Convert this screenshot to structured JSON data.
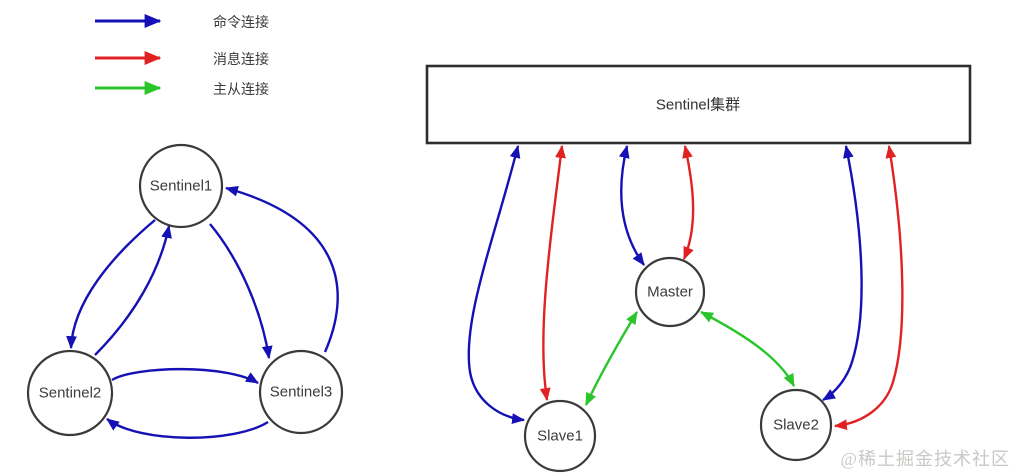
{
  "legend": {
    "items": [
      {
        "type": "command",
        "label": "命令连接",
        "color": "#1511b5"
      },
      {
        "type": "message",
        "label": "消息连接",
        "color": "#e02222"
      },
      {
        "type": "replication",
        "label": "主从连接",
        "color": "#2bc52b"
      }
    ]
  },
  "left_cluster": {
    "nodes": [
      {
        "id": "sentinel1",
        "label": "Sentinel1"
      },
      {
        "id": "sentinel2",
        "label": "Sentinel2"
      },
      {
        "id": "sentinel3",
        "label": "Sentinel3"
      }
    ],
    "edges": [
      {
        "from": "Sentinel1",
        "to": "Sentinel2",
        "type": "command"
      },
      {
        "from": "Sentinel2",
        "to": "Sentinel1",
        "type": "command"
      },
      {
        "from": "Sentinel1",
        "to": "Sentinel3",
        "type": "command"
      },
      {
        "from": "Sentinel3",
        "to": "Sentinel1",
        "type": "command"
      },
      {
        "from": "Sentinel2",
        "to": "Sentinel3",
        "type": "command"
      },
      {
        "from": "Sentinel3",
        "to": "Sentinel2",
        "type": "command"
      }
    ]
  },
  "right_cluster": {
    "title": "Sentinel集群",
    "nodes": [
      {
        "id": "master",
        "label": "Master"
      },
      {
        "id": "slave1",
        "label": "Slave1"
      },
      {
        "id": "slave2",
        "label": "Slave2"
      }
    ],
    "edges": [
      {
        "between": [
          "Sentinel集群",
          "Slave1"
        ],
        "type": "command",
        "bidirectional": true
      },
      {
        "between": [
          "Sentinel集群",
          "Slave1"
        ],
        "type": "message",
        "bidirectional": true
      },
      {
        "between": [
          "Sentinel集群",
          "Master"
        ],
        "type": "command",
        "bidirectional": true
      },
      {
        "between": [
          "Sentinel集群",
          "Master"
        ],
        "type": "message",
        "bidirectional": true
      },
      {
        "between": [
          "Sentinel集群",
          "Slave2"
        ],
        "type": "command",
        "bidirectional": true
      },
      {
        "between": [
          "Sentinel集群",
          "Slave2"
        ],
        "type": "message",
        "bidirectional": true
      },
      {
        "between": [
          "Master",
          "Slave1"
        ],
        "type": "replication",
        "bidirectional": true
      },
      {
        "between": [
          "Master",
          "Slave2"
        ],
        "type": "replication",
        "bidirectional": true
      }
    ]
  },
  "watermark": "@稀土掘金技术社区"
}
